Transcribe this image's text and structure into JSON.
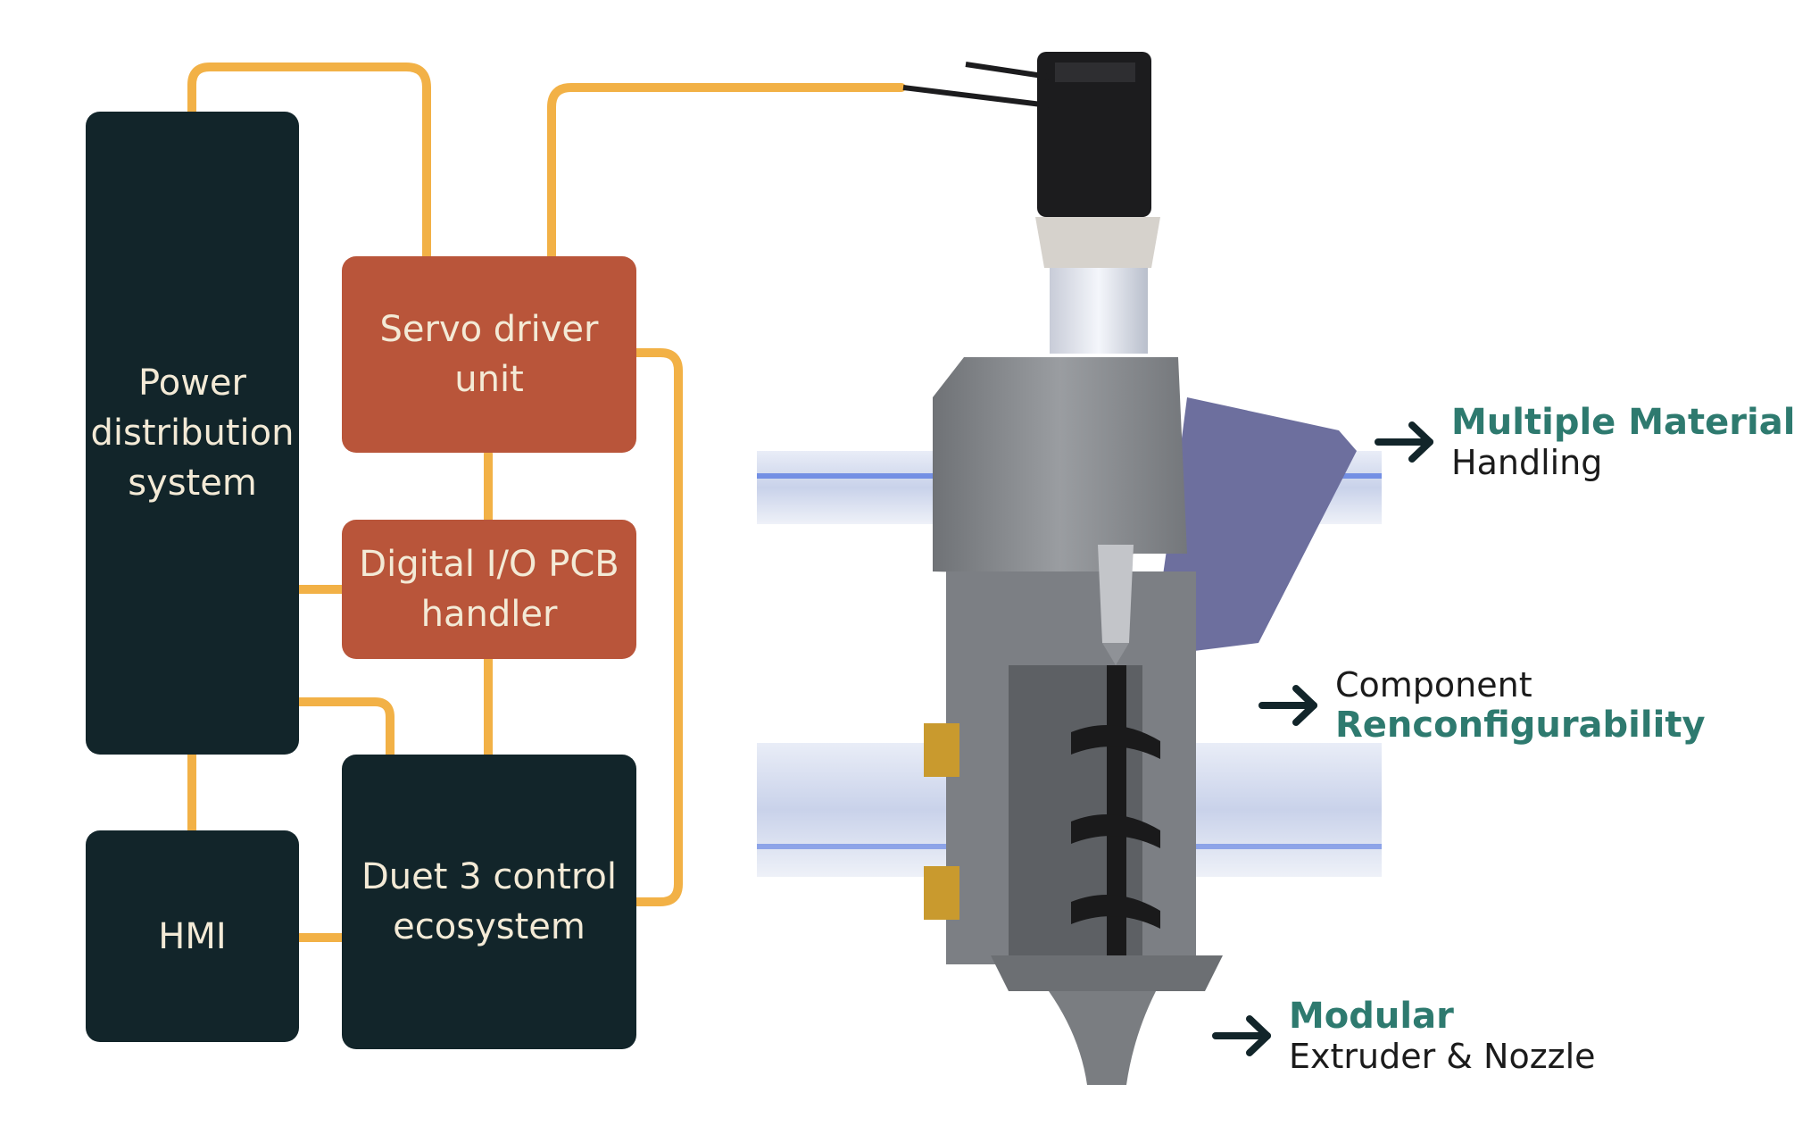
{
  "blocks": {
    "power": "Power distribution system",
    "hmi": "HMI",
    "servo": "Servo driver unit",
    "digital_io": "Digital I/O PCB handler",
    "duet": "Duet 3 control ecosystem"
  },
  "callouts": {
    "material": {
      "accent": "Multiple Material",
      "plain": "Handling"
    },
    "reconfig": {
      "plain": "Component",
      "accent": "Renconfigurability"
    },
    "modular": {
      "accent": "Modular",
      "plain": "Extruder & Nozzle"
    }
  },
  "colors": {
    "dark_block": "#12252a",
    "rust_block": "#b9553a",
    "block_text": "#f3ead6",
    "wire": "#f2b146",
    "accent_text": "#2e7a6f"
  }
}
